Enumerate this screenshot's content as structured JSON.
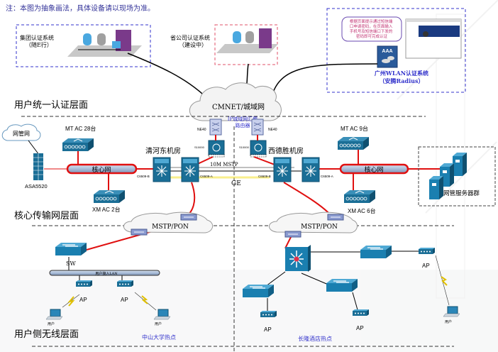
{
  "note": "注：本图为抽象画法，具体设备请以现场为准。",
  "layers": {
    "auth": "用户统一认证层面",
    "core": "核心传输网层面",
    "access": "用户侧无线层面"
  },
  "auth_systems": {
    "group_name": "集团认证系统",
    "group_sub": "（随E行）",
    "province_name": "省公司认证系统",
    "province_sub": "（建设中）",
    "gz_name": "广州WLAN认证系统",
    "gz_sub": "（安腾Radius）",
    "aaa_label": "AAA",
    "callout_lines": [
      "根据页面提示通过短信端",
      "口申请密码，在页面输入",
      "手机号及短信端口下发的",
      "密码即可完成认证"
    ]
  },
  "cmnet": {
    "cloud_label": "CMNET/城域网",
    "router_label_1": "IP城域网汇聚",
    "router_label_2": "路由器",
    "ne40_left": "NE40",
    "ne40_right": "NE40",
    "s_left": "S10000",
    "s_right": "S10000"
  },
  "core": {
    "site_left": "清河东机房",
    "site_right": "西德胜机房",
    "core_net_left": "核心网",
    "core_net_right": "核心网",
    "link_label": "10M MSTP",
    "ge_label": "GE",
    "c6509b_left": "C6509-B",
    "c6509a_left": "C6509-A",
    "c6509b_right": "C6509-B",
    "c6509a_right": "C6509-A",
    "mt_ac_left": "MT AC 28台",
    "xm_ac_left": "XM AC 2台",
    "mt_ac_right": "MT AC 9台",
    "xm_ac_right": "XM AC 6台",
    "nms_cloud": "网管网",
    "firewall": "ASA5520",
    "server_group": "网管服务器群"
  },
  "access": {
    "mstp_left": "MSTP/PON",
    "mstp_right": "MSTP/PON",
    "sw_label": "SW",
    "lan_label": "用户接入LAN",
    "ap": "AP",
    "user": "用户",
    "hotspot_left": "中山大学热点",
    "hotspot_right": "长隆酒店热点"
  },
  "colors": {
    "device": "#1a6e96",
    "link_red": "#e01010",
    "layer_text": "#000000",
    "hotspot_text": "#3333cc",
    "auth_box_blue": "#3333cc",
    "auth_box_red": "#e0506a"
  }
}
